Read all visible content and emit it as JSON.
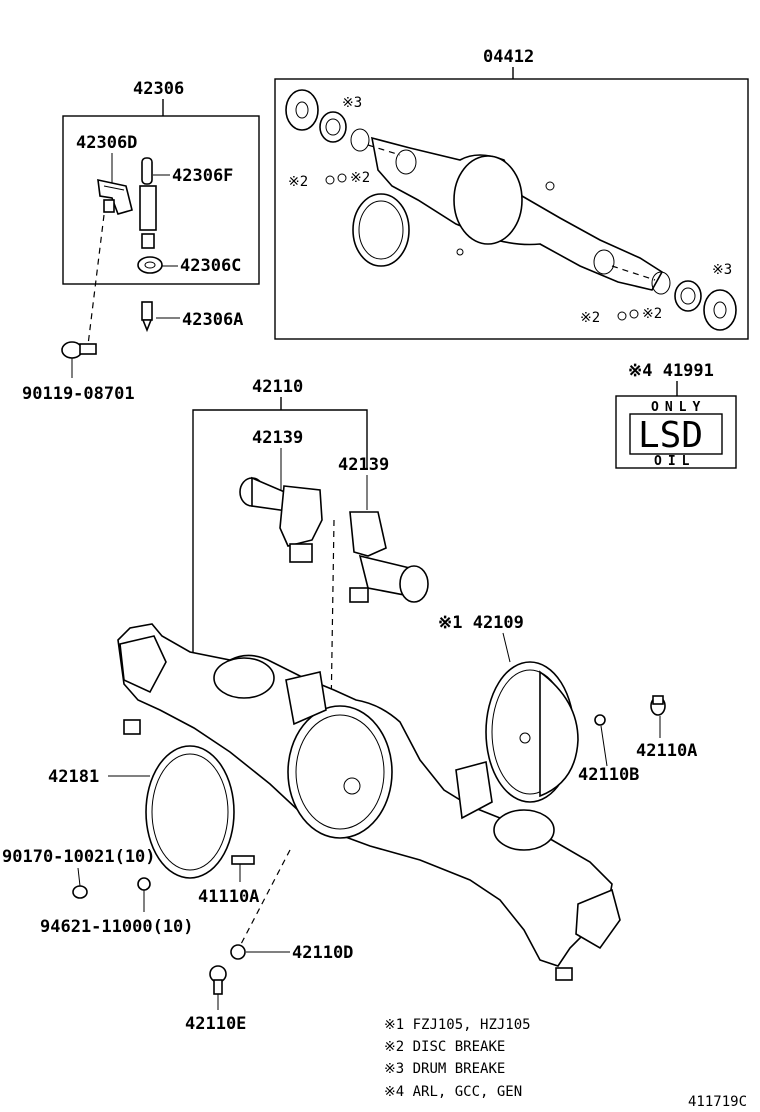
{
  "labels": {
    "l42306": "42306",
    "l04412": "04412",
    "l42306D": "42306D",
    "l42306F": "42306F",
    "l42306C": "42306C",
    "l42306A": "42306A",
    "l90119": "90119-08701",
    "l42110": "42110",
    "l42139a": "42139",
    "l42139b": "42139",
    "l41991": "※4 41991",
    "l42109": "※1 42109",
    "l42110A": "42110A",
    "l42110B": "42110B",
    "l42181": "42181",
    "l90170": "90170-10021(10)",
    "l94621": "94621-11000(10)",
    "l41110A": "41110A",
    "l42110D": "42110D",
    "l42110E": "42110E",
    "m3a": "※3",
    "m2a1": "※2",
    "m2a2": "※2",
    "m3b": "※3",
    "m2b1": "※2",
    "m2b2": "※2"
  },
  "lsd_label": {
    "top": "ONLY",
    "main": "LSD",
    "bottom": "OIL"
  },
  "notes": [
    "※1 FZJ105, HZJ105",
    "※2 DISC BREAKE",
    "※3 DRUM BREAKE",
    "※4 ARL, GCC, GEN"
  ],
  "diagram_id": "411719C"
}
